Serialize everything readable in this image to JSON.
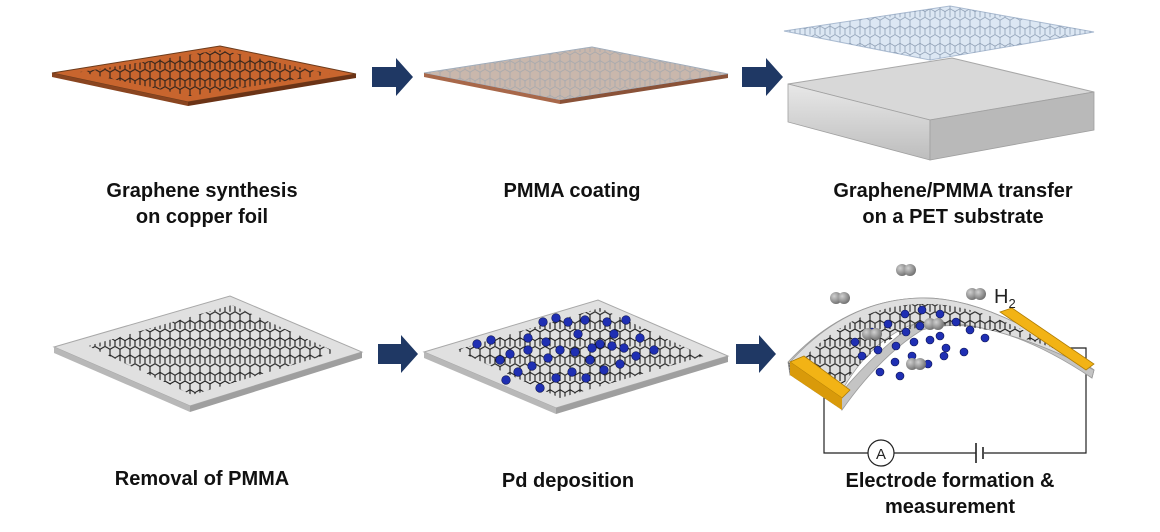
{
  "steps": [
    {
      "line1": "Graphene synthesis",
      "line2": "on copper foil"
    },
    {
      "line1": "PMMA coating",
      "line2": ""
    },
    {
      "line1": "Graphene/PMMA transfer",
      "line2": "on a PET substrate"
    },
    {
      "line1": "Removal of PMMA",
      "line2": ""
    },
    {
      "line1": "Pd deposition",
      "line2": ""
    },
    {
      "line1": "Electrode formation &",
      "line2": "measurement"
    }
  ],
  "gas_label": {
    "text": "H",
    "subscript": "2"
  },
  "ammeter_symbol": "A",
  "colors": {
    "copper": "#c8652e",
    "pmma": "#c9d3de",
    "pmma_transfer": "#dbe6f3",
    "pet_substrate": "#d8d8d8",
    "graphene_lattice": "#1a1a1a",
    "pd_particles": "#1f2fb3",
    "electrode": "#f2b315",
    "arrow": "#1f3864",
    "h2_molecule": "#8a8a8a"
  }
}
